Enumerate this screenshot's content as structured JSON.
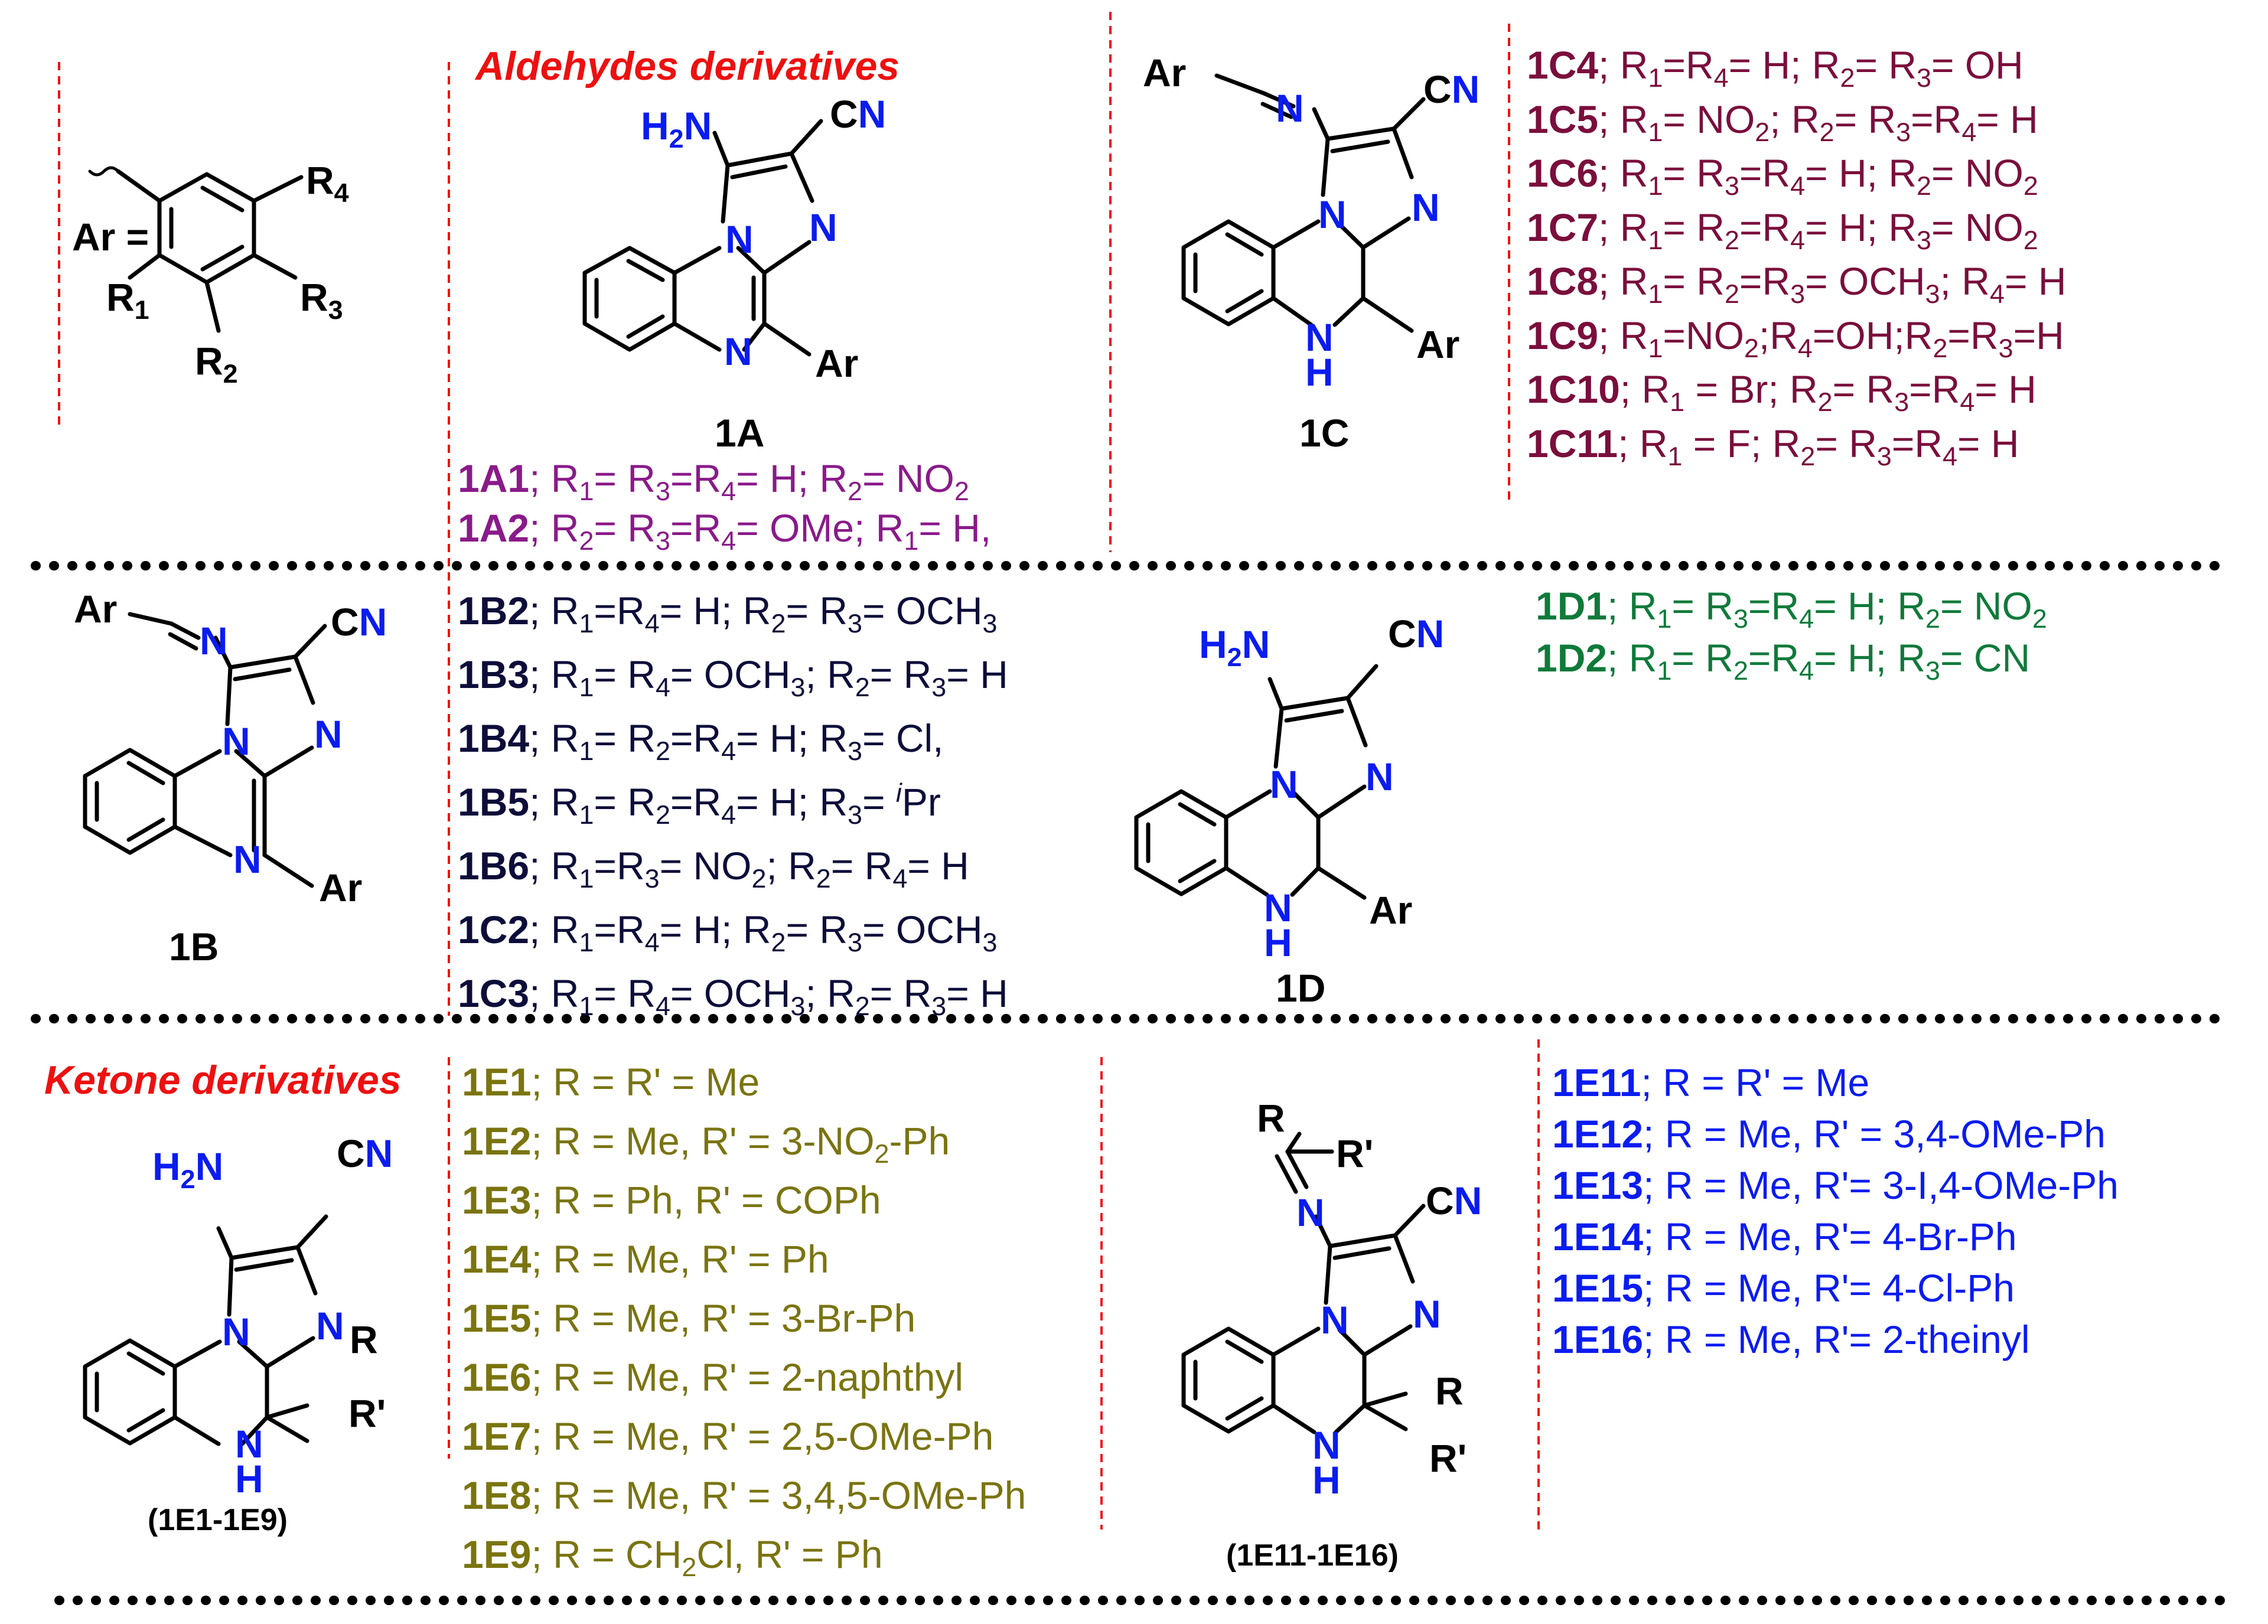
{
  "ar_definition": {
    "label": "Ar =",
    "substituents": {
      "r1": "R1",
      "r2": "R2",
      "r3": "R3",
      "r4": "R4"
    }
  },
  "sections": {
    "aldehydes": "Aldehydes derivatives",
    "ketones": "Ketone derivatives"
  },
  "structure_atoms": {
    "amino": "H2N",
    "nitrile": "CN",
    "aryl": "Ar",
    "imidazole_n": "N",
    "bridge_n": "N",
    "ring_n": "N",
    "amine_nh": "NH",
    "r": "R",
    "r_prime": "R'"
  },
  "structures": {
    "1A": {
      "caption": "1A"
    },
    "1B": {
      "caption": "1B"
    },
    "1C": {
      "caption": "1C"
    },
    "1D": {
      "caption": "1D"
    },
    "1E_first": {
      "caption": "(1E1-1E9)"
    },
    "1E_second": {
      "caption": "(1E11-1E16)"
    }
  },
  "compounds_1A": [
    {
      "id": "1A1",
      "desc": "R1= R3=R4= H; R2= NO2"
    },
    {
      "id": "1A2",
      "desc": "R2= R3=R4= OMe; R1= H,"
    }
  ],
  "compounds_1B": [
    {
      "id": "1B2",
      "desc": "R1=R4= H; R2= R3= OCH3"
    },
    {
      "id": "1B3",
      "desc": "R1= R4= OCH3; R2= R3= H"
    },
    {
      "id": "1B4",
      "desc": "R1= R2=R4= H; R3= Cl,"
    },
    {
      "id": "1B5",
      "desc": "R1= R2=R4= H; R3= iPr"
    },
    {
      "id": "1B6",
      "desc": "R1=R3= NO2; R2= R4= H"
    },
    {
      "id": "1C2",
      "desc": "R1=R4= H; R2= R3= OCH3"
    },
    {
      "id": "1C3",
      "desc": "R1= R4= OCH3; R2= R3= H"
    }
  ],
  "compounds_1C": [
    {
      "id": "1C4",
      "desc": "R1=R4= H; R2= R3= OH"
    },
    {
      "id": "1C5",
      "desc": "R1= NO2; R2= R3=R4= H"
    },
    {
      "id": "1C6",
      "desc": "R1= R3=R4= H; R2= NO2"
    },
    {
      "id": "1C7",
      "desc": "R1= R2=R4= H; R3= NO2"
    },
    {
      "id": "1C8",
      "desc": "R1= R2=R3= OCH3; R4= H"
    },
    {
      "id": "1C9",
      "desc": "R1=NO2;R4=OH;R2=R3=H"
    },
    {
      "id": "1C10",
      "desc": "R1 = Br; R2= R3=R4= H"
    },
    {
      "id": "1C11",
      "desc": "R1 = F; R2= R3=R4= H"
    }
  ],
  "compounds_1D": [
    {
      "id": "1D1",
      "desc": "R1= R3=R4= H; R2= NO2"
    },
    {
      "id": "1D2",
      "desc": "R1= R2=R4= H; R3= CN"
    }
  ],
  "compounds_1E_first": [
    {
      "id": "1E1",
      "desc": "R = R' = Me"
    },
    {
      "id": "1E2",
      "desc": "R = Me, R' = 3-NO2-Ph"
    },
    {
      "id": "1E3",
      "desc": "R = Ph, R' = COPh"
    },
    {
      "id": "1E4",
      "desc": "R = Me, R' = Ph"
    },
    {
      "id": "1E5",
      "desc": "R = Me, R' = 3-Br-Ph"
    },
    {
      "id": "1E6",
      "desc": "R = Me, R' = 2-naphthyl"
    },
    {
      "id": "1E7",
      "desc": "R = Me, R' = 2,5-OMe-Ph"
    },
    {
      "id": "1E8",
      "desc": "R = Me, R' = 3,4,5-OMe-Ph"
    },
    {
      "id": "1E9",
      "desc": "R = CH2Cl, R' = Ph"
    }
  ],
  "compounds_1E_second": [
    {
      "id": "1E11",
      "desc": "R = R' = Me"
    },
    {
      "id": "1E12",
      "desc": "R = Me, R' = 3,4-OMe-Ph"
    },
    {
      "id": "1E13",
      "desc": "R = Me, R'= 3-I,4-OMe-Ph"
    },
    {
      "id": "1E14",
      "desc": "R = Me, R'= 4-Br-Ph"
    },
    {
      "id": "1E15",
      "desc": "R = Me, R'= 4-Cl-Ph"
    },
    {
      "id": "1E16",
      "desc": "R = Me, R'= 2-theinyl"
    }
  ],
  "colors": {
    "section_title": "#ee1010",
    "heteroatom": "#0a1cf0",
    "list_1A": "#8a1a8a",
    "list_1B": "#0d0d3a",
    "list_1C": "#7a0e3c",
    "list_1D": "#0f7a3a",
    "list_1E_first": "#7a7410",
    "list_1E_second": "#0a1cf0",
    "divider": "#ee1010"
  }
}
